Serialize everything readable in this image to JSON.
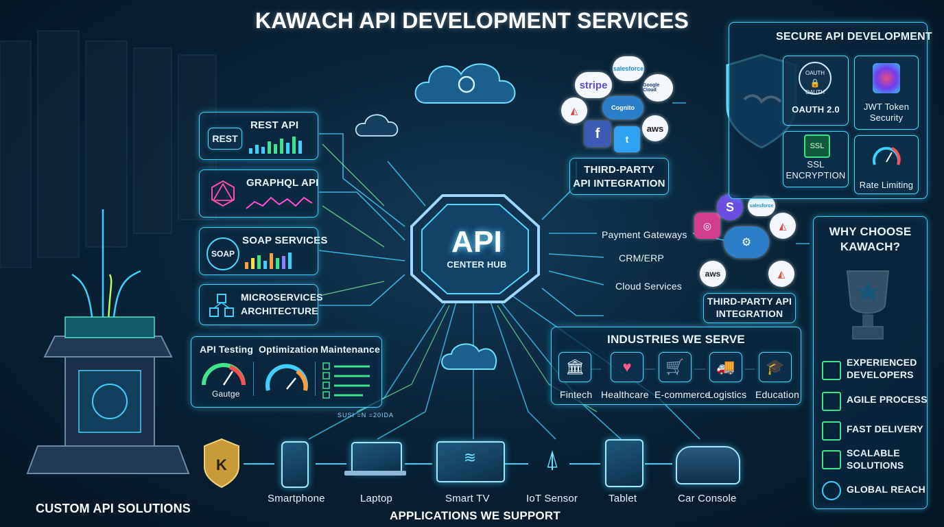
{
  "title": "KAWACH API DEVELOPMENT SERVICES",
  "hub": {
    "title": "API",
    "subtitle": "CENTER HUB"
  },
  "api_types": [
    {
      "label": "REST API",
      "badge": "REST"
    },
    {
      "label": "GRAPHQL API"
    },
    {
      "label": "SOAP SERVICES",
      "badge": "SOAP"
    },
    {
      "label": "MICROSERVICES",
      "label2": "ARCHITECTURE"
    }
  ],
  "tools": {
    "items": [
      "API Testing",
      "Optimization",
      "Maintenance"
    ],
    "gauge_caption": "Gautge"
  },
  "custom_label": "CUSTOM API SOLUTIONS",
  "third_party_top": {
    "label1": "THIRD-PARTY",
    "label2": "API INTEGRATION",
    "logos": [
      "stripe",
      "salesforce",
      "Google Cloud",
      "Cognito",
      "aws"
    ]
  },
  "integrations": {
    "items": [
      "Payment Gateways",
      "CRM/ERP",
      "Cloud Services"
    ],
    "label1": "THIRD-PARTY API",
    "label2": "INTEGRATION",
    "logos": [
      "salesforce",
      "aws"
    ]
  },
  "security": {
    "title": "SECURE API DEVELOPMENT",
    "items": [
      {
        "label": "OAUTH 2.0",
        "badge_top": "OAUTH",
        "badge_bottom": "OAUTH"
      },
      {
        "label": "JWT Token",
        "label2": "Security"
      },
      {
        "label": "SSL",
        "label2": "ENCRYPTION",
        "badge": "SSL"
      },
      {
        "label": "Rate Limiting"
      }
    ]
  },
  "industries": {
    "title": "INDUSTRIES WE SERVE",
    "items": [
      "Fintech",
      "Healthcare",
      "E-commerce",
      "Logistics",
      "Education"
    ]
  },
  "applications": {
    "title": "APPLICATIONS WE SUPPORT",
    "items": [
      "Smartphone",
      "Laptop",
      "Smart TV",
      "IoT Sensor",
      "Tablet",
      "Car Console"
    ],
    "strip_text": "SUSI =N =20IDA"
  },
  "why": {
    "title1": "WHY CHOOSE",
    "title2": "KAWACH?",
    "items": [
      {
        "l1": "EXPERIENCED",
        "l2": "DEVELOPERS"
      },
      {
        "l1": "AGILE PROCESS"
      },
      {
        "l1": "FAST DELIVERY"
      },
      {
        "l1": "SCALABLE",
        "l2": "SOLUTIONS"
      },
      {
        "l1": "GLOBAL REACH"
      }
    ]
  },
  "colors": {
    "accent": "#3fd0ff",
    "green": "#3fe38c",
    "bg": "#0a2438"
  }
}
